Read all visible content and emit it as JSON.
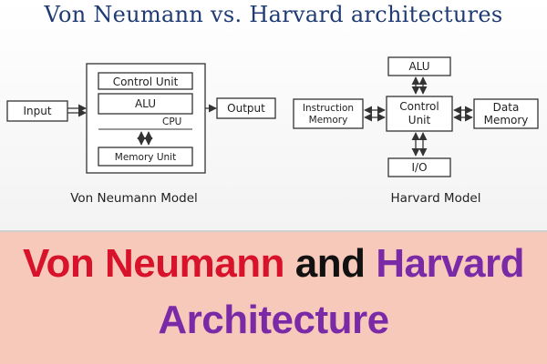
{
  "title": "Von Neumann vs. Harvard architectures",
  "von_neumann": {
    "caption": "Von Neumann Model",
    "input": "Input",
    "output": "Output",
    "control_unit": "Control Unit",
    "alu": "ALU",
    "cpu": "CPU",
    "memory_unit": "Memory Unit"
  },
  "harvard": {
    "caption": "Harvard Model",
    "alu": "ALU",
    "control_unit_line1": "Control",
    "control_unit_line2": "Unit",
    "instruction_memory_line1": "Instruction",
    "instruction_memory_line2": "Memory",
    "data_memory_line1": "Data",
    "data_memory_line2": "Memory",
    "io": "I/O"
  },
  "banner": {
    "part1": "Von Neumann",
    "part2": "and",
    "part3": "Harvard",
    "part4": "Architecture",
    "colors": {
      "red": "#d8122a",
      "black": "#111111",
      "purple": "#7a2aa6",
      "background": "#f7c9bb"
    }
  }
}
